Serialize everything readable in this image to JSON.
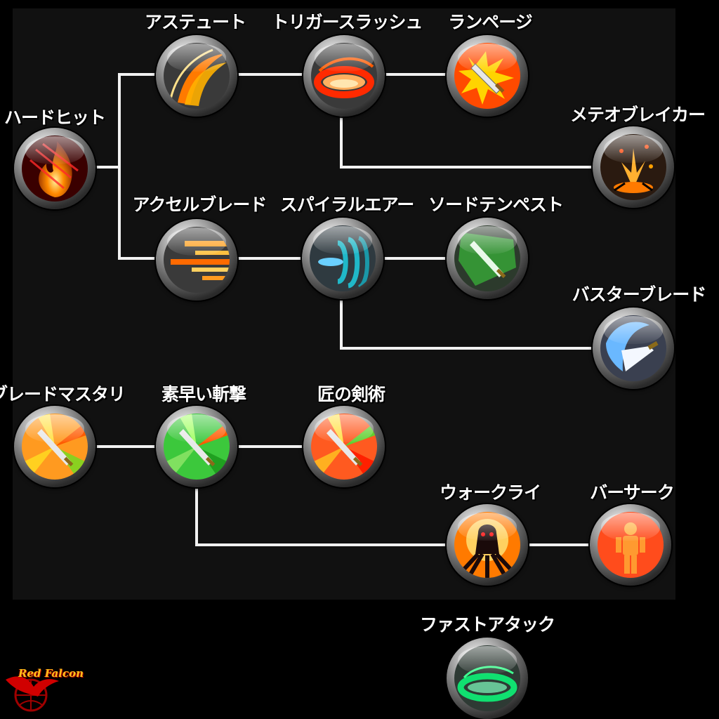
{
  "skills": {
    "hard_hit": "ハードヒット",
    "astute": "アステュート",
    "trigger_slash": "トリガースラッシュ",
    "rampage": "ランページ",
    "meteor_breaker": "メテオブレイカー",
    "accel_blade": "アクセルブレード",
    "spiral_air": "スパイラルエアー",
    "sword_tempest": "ソードテンペスト",
    "buster_blade": "バスターブレード",
    "blade_mastery": "ブレードマスタリ",
    "swift_slash": "素早い斬撃",
    "master_swordsmanship": "匠の剣術",
    "war_cry": "ウォークライ",
    "berserk": "バーサーク",
    "fast_attack": "ファストアタック"
  },
  "logo": {
    "text": "Red Falcon"
  },
  "colors": {
    "background": "#000000",
    "panel": "#111111",
    "connector": "#f2f2f2",
    "label": "#ffffff"
  },
  "icons": {
    "hard_hit": "flame-slash-icon",
    "astute": "orange-arc-icon",
    "trigger_slash": "red-swirl-icon",
    "rampage": "exploding-sword-icon",
    "meteor_breaker": "meteor-impact-icon",
    "accel_blade": "speed-streak-icon",
    "spiral_air": "blue-spiral-icon",
    "sword_tempest": "green-sword-icon",
    "buster_blade": "white-blade-icon",
    "blade_mastery": "orange-burst-sword-icon",
    "swift_slash": "green-burst-sword-icon",
    "master_swordsmanship": "red-burst-sword-icon",
    "war_cry": "shadow-figure-icon",
    "berserk": "red-warrior-icon",
    "fast_attack": "green-ring-icon"
  }
}
